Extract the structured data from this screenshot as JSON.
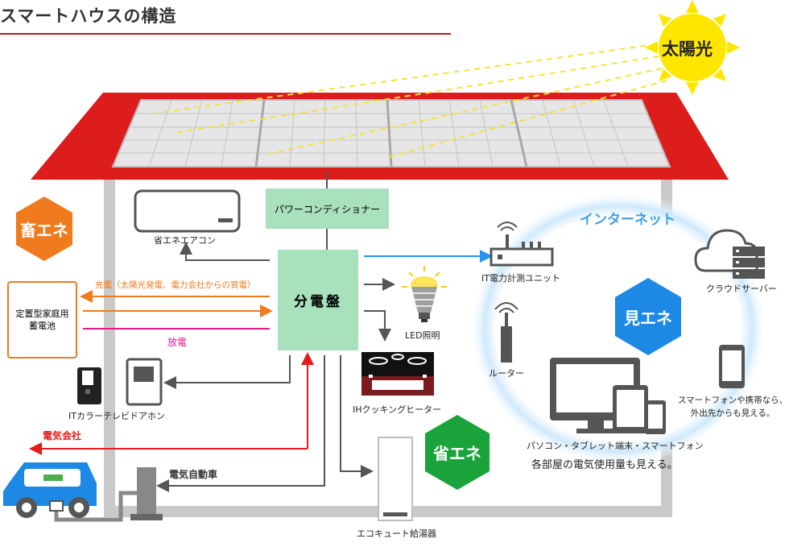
{
  "title": "スマートハウスの構造",
  "sun": {
    "label": "太陽光"
  },
  "badges": {
    "storage": "畜エネ",
    "visualize": "見エネ",
    "save": "省エネ"
  },
  "boxes": {
    "pcs": "パワーコンディショナー",
    "distribution_panel": "分電盤",
    "battery": "定置型家庭用\n蓄電池"
  },
  "labels": {
    "aircon": "省エネエアコン",
    "charge": "充電（太陽光発電、電力会社からの買電）",
    "discharge": "放電",
    "tv_intercom": "ITカラーテレビドアホン",
    "utility": "電気会社",
    "ev": "電気自動車",
    "it_meter": "IT電力計測ユニット",
    "led": "LED照明",
    "ih": "IHクッキングヒーター",
    "router": "ルーター",
    "ecocute": "エコキュート給湯器",
    "internet": "インターネット",
    "cloud": "クラウドサーバー",
    "smartphone_note": "スマートフォンや携帯なら、\n外出先からも見える。",
    "devices": "パソコン・タブレット端末・スマートフォン",
    "devices_note": "各部屋の電気使用量も見える。"
  },
  "colors": {
    "roof": "#dd1c1c",
    "house_wall": "#c9c9c9",
    "panel_green": "#a9e1bc",
    "orange": "#f07a1e",
    "pink": "#e6198a",
    "red": "#e31b1b",
    "blue": "#2196f3",
    "hex_orange": "#f07a1e",
    "hex_blue": "#1e88e5",
    "hex_green": "#1aa33a",
    "sun": "#ffe600",
    "sunbeam": "#f3e23a",
    "internet_text": "#3fa2e0",
    "dark_gray": "#555555"
  }
}
